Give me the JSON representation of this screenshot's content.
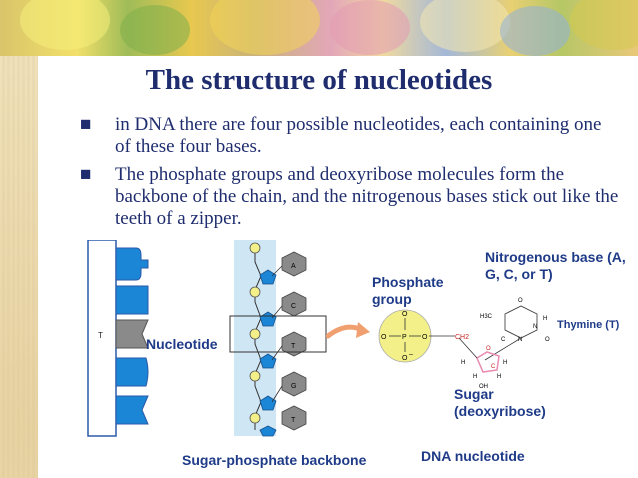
{
  "title": "The structure of nucleotides",
  "bullets": [
    "in DNA there are four possible nucleotides, each containing one of these four bases.",
    "The phosphate groups and deoxyribose molecules form the backbone of the chain, and the nitrogenous bases stick out like the teeth of a zipper."
  ],
  "bullet_glyph": "■",
  "diagram": {
    "strand_letters": [
      "A",
      "C",
      "T",
      "G",
      "T"
    ],
    "backbone_letters": [
      "A",
      "C",
      "T",
      "G",
      "T"
    ],
    "nucleotide_label": "Nucleotide",
    "backbone_caption": "Sugar-phosphate backbone",
    "phosphate_label": "Phosphate group",
    "base_label": "Nitrogenous base (A, G, C, or T)",
    "thymine_label": "Thymine (T)",
    "sugar_label": "Sugar (deoxyribose)",
    "nucleotide_caption": "DNA nucleotide",
    "phosphate_atoms": {
      "o_top": "O",
      "o_left": "O",
      "p": "P",
      "o_right": "O",
      "o_bottom": "O",
      "minus": "–"
    },
    "thymine_atoms": {
      "h3c": "H3C",
      "h": "H",
      "n1": "N",
      "n2": "N",
      "o_top": "O",
      "o_bottom": "O",
      "c": "C",
      "ch2": "CH2"
    },
    "sugar_atoms": {
      "h1": "H",
      "h2": "H",
      "h3": "H",
      "h4": "H",
      "o": "O",
      "oh": "OH",
      "c": "C"
    }
  },
  "colors": {
    "title": "#1f2d6e",
    "label": "#1f3b88",
    "backbone_band": "#cfe6f5",
    "phosphate_circle": "#f3f08a",
    "sugar_pentagon": "#1b86d6",
    "base_hex": "#8a8a8a",
    "arrow": "#f0a070",
    "atom_pink": "#e98ab0"
  }
}
